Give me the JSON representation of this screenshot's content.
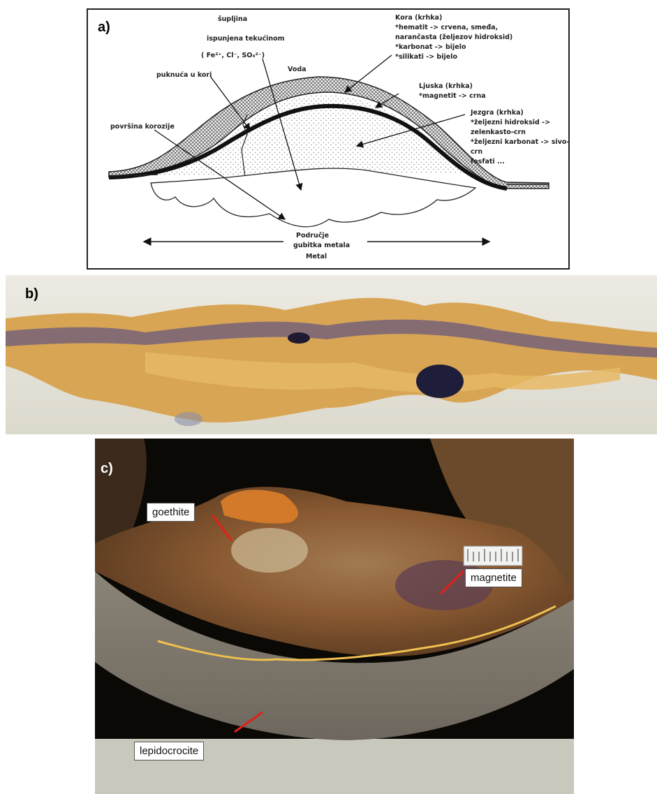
{
  "panel_a": {
    "letter": "a)",
    "labels": {
      "cavity_1": "šupljina",
      "cavity_2": "ispunjena tekućinom",
      "ions": "( Fe²⁺, Cl⁻, SO₄²⁻)",
      "water": "Voda",
      "crust_title": "Kora (krhka)",
      "crust_1": "*hematit -> crvena, smeđa,",
      "crust_2": "narančasta (željezov hidroksid)",
      "crust_3": "*karbonat -> bijelo",
      "crust_4": "*silikati -> bijelo",
      "crack": "puknuća u kori",
      "shell_title": "Ljuska (krhka)",
      "shell_1": "*magnetit -> crna",
      "core_title": "Jezgra (krhka)",
      "core_1": "*željezni hidroksid ->",
      "core_2": "zelenkasto-crn",
      "core_3": "*željezni karbonat -> sivo-",
      "core_4": "crn",
      "core_5": "fosfati ...",
      "corrosion_surface": "površina korozije",
      "metal_loss_1": "Područje",
      "metal_loss_2": "gubitka metala",
      "metal": "Metal"
    }
  },
  "panel_b": {
    "letter": "b)"
  },
  "panel_c": {
    "letter": "c)",
    "callouts": {
      "goethite": "goethite",
      "magnetite": "magnetite",
      "lepidocrocite": "lepidocrocite"
    }
  }
}
